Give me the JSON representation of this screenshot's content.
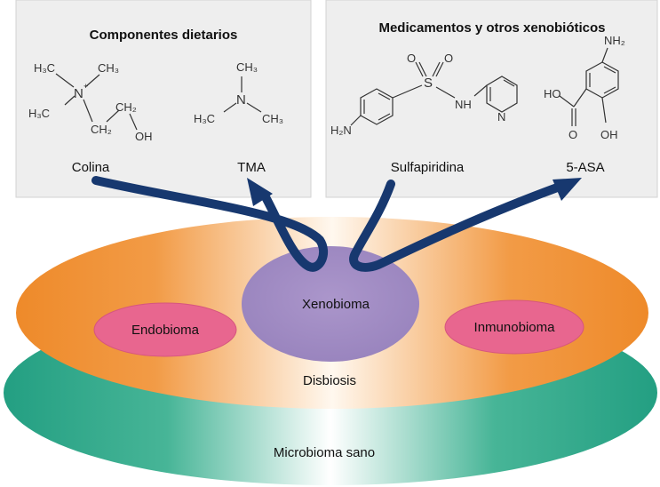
{
  "panels": {
    "left": {
      "title": "Componentes dietarios",
      "compounds": [
        "Colina",
        "TMA"
      ]
    },
    "right": {
      "title": "Medicamentos y otros xenobióticos",
      "compounds": [
        "Sulfapiridina",
        "5-ASA"
      ]
    }
  },
  "structures": {
    "colina": {
      "methyl_1": "H₃C",
      "methyl_2": "CH₃",
      "methyl_3": "H₃C",
      "nitrogen": "N",
      "charge": "+",
      "ch2_1": "CH₂",
      "ch2_2": "CH₂",
      "oh": "OH"
    },
    "tma": {
      "methyl_top": "CH₃",
      "methyl_left": "H₃C",
      "methyl_right": "CH₃",
      "nitrogen": "N"
    },
    "sulfapiridina": {
      "amine": "H₂N",
      "sulfur": "S",
      "oxygen_1": "O",
      "oxygen_2": "O",
      "nh": "NH",
      "ring_n": "N"
    },
    "asa": {
      "amine": "NH₂",
      "ho": "HO",
      "carbonyl_o": "O",
      "oh": "OH"
    }
  },
  "layers": {
    "top": "Disbiosis",
    "bottom": "Microbioma sano"
  },
  "nodes": {
    "center": "Xenobioma",
    "left": "Endobioma",
    "right": "Inmunobioma"
  },
  "colors": {
    "panel_fill": "#efefef",
    "orange": "#f0922e",
    "teal": "#27a88a",
    "purple": "#a38bc4",
    "pink": "#e8668f",
    "arrow": "#17386f"
  }
}
